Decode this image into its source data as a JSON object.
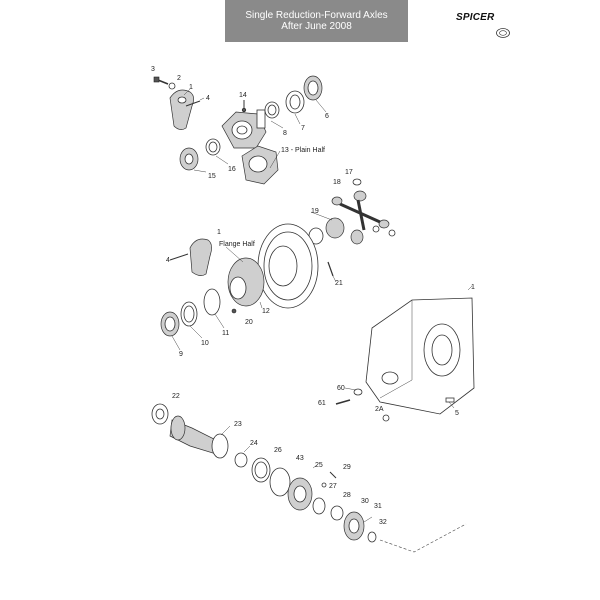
{
  "header": {
    "line1": "Single Reduction-Forward Axles",
    "line2": "After June 2008"
  },
  "brand": {
    "name": "SPICER"
  },
  "diagram": {
    "callouts": {
      "c3": "3",
      "c2": "2",
      "c1a": "1",
      "c4a": "4",
      "c14": "14",
      "c8": "8",
      "c7": "7",
      "c6": "6",
      "c13": "13 - Plain Half",
      "c16": "16",
      "c15": "15",
      "c17": "17",
      "c18": "18",
      "c19": "19",
      "c1b": "1",
      "flange": "Flange Half",
      "c4b": "4",
      "c21": "21",
      "c12": "12",
      "c20": "20",
      "c11": "11",
      "c10": "10",
      "c9": "9",
      "c1c": "1",
      "c60": "60",
      "c61": "61",
      "c2a": "2A",
      "c5": "5",
      "c22": "22",
      "c23": "23",
      "c24": "24",
      "c26": "26",
      "c43": "43",
      "c25": "25",
      "c29": "29",
      "c27": "27",
      "c28": "28",
      "c30": "30",
      "c31": "31",
      "c32": "32"
    }
  }
}
